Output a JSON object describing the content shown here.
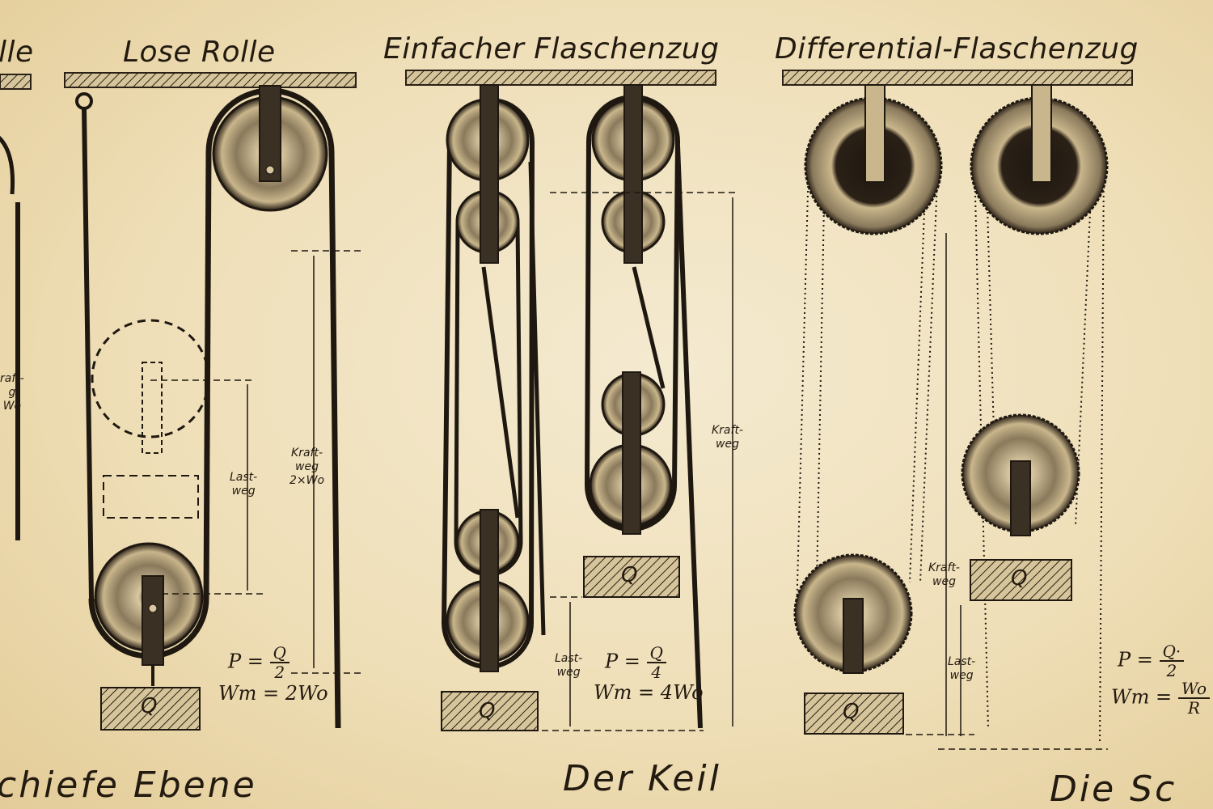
{
  "titles": {
    "left_partial": "lle",
    "lose_rolle": "Lose Rolle",
    "einfacher": "Einfacher Flaschenzug",
    "differential": "Differential-Flaschenzug"
  },
  "bottom": {
    "left": "chiefe Ebene",
    "middle": "Der Keil",
    "right": "Die Sc"
  },
  "labels": {
    "last": "Last-",
    "weg": "weg",
    "kraft": "Kraft-",
    "wo2": "2×Wo",
    "left_partial_1": "raft-",
    "left_partial_2": "g",
    "left_partial_3": "Wo"
  },
  "load": "Q",
  "formulas": {
    "lose": {
      "p": "P =",
      "num": "Q",
      "den": "2",
      "wm": "Wm = 2Wo"
    },
    "einfach": {
      "p": "P =",
      "num": "Q",
      "den": "4",
      "wm": "Wm = 4Wo"
    },
    "diff": {
      "p": "P =",
      "num": "Q·",
      "den": "2",
      "wm": "Wm =",
      "num2": "Wo",
      "den2": "R"
    }
  }
}
